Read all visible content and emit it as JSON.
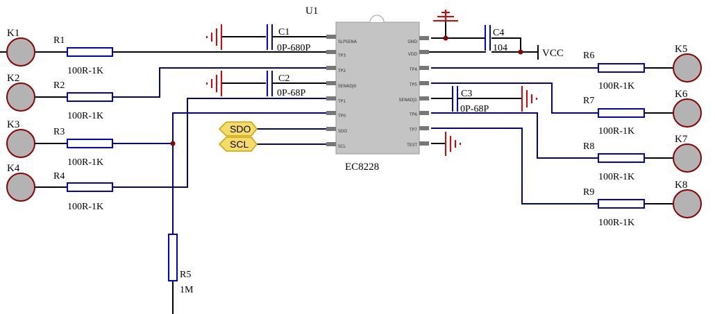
{
  "chip": {
    "ref": "U1",
    "part": "EC8228",
    "left_pins": [
      "SLPSENA",
      "TP3",
      "TP2",
      "SENADJ0",
      "TP1",
      "TP0",
      "SDO",
      "SCL"
    ],
    "right_pins": [
      "GND",
      "VDD",
      "TP4",
      "TP5",
      "SENADJ1",
      "TP6",
      "TP7",
      "TEST"
    ]
  },
  "pads": [
    {
      "ref": "K1"
    },
    {
      "ref": "K2"
    },
    {
      "ref": "K3"
    },
    {
      "ref": "K4"
    },
    {
      "ref": "K5"
    },
    {
      "ref": "K6"
    },
    {
      "ref": "K7"
    },
    {
      "ref": "K8"
    }
  ],
  "resistors": [
    {
      "ref": "R1",
      "value": "100R-1K"
    },
    {
      "ref": "R2",
      "value": "100R-1K"
    },
    {
      "ref": "R3",
      "value": "100R-1K"
    },
    {
      "ref": "R4",
      "value": "100R-1K"
    },
    {
      "ref": "R5",
      "value": "1M"
    },
    {
      "ref": "R6",
      "value": "100R-1K"
    },
    {
      "ref": "R7",
      "value": "100R-1K"
    },
    {
      "ref": "R8",
      "value": "100R-1K"
    },
    {
      "ref": "R9",
      "value": "100R-1K"
    }
  ],
  "capacitors": [
    {
      "ref": "C1",
      "value": "0P-680P"
    },
    {
      "ref": "C2",
      "value": "0P-68P"
    },
    {
      "ref": "C3",
      "value": "0P-68P"
    },
    {
      "ref": "C4",
      "value": "104"
    }
  ],
  "power": {
    "vcc": "VCC"
  },
  "ports": [
    {
      "name": "SDO"
    },
    {
      "name": "SCL"
    }
  ],
  "colors": {
    "wire": "#00008b",
    "component": "#0000cc",
    "ground": "#e00000",
    "pad_fill": "#b3b3b3",
    "port_fill": "#f5dc6a"
  }
}
